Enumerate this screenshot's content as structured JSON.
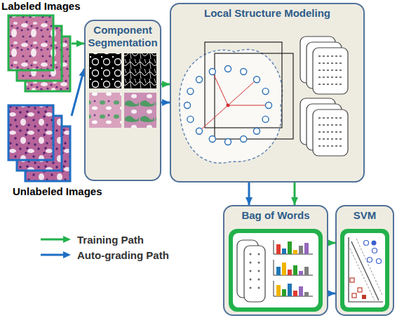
{
  "diagram": {
    "nodes": [
      {
        "text": [
          "Labeled Images"
        ]
      },
      {
        "text": [
          "Component Segmentation"
        ]
      },
      {
        "text": [
          "Local Structure Modeling"
        ]
      },
      {
        "text": [
          "Unlabeled Images"
        ]
      },
      {
        "text": [
          "Bag of Words"
        ]
      },
      {
        "text": [
          "SVM"
        ]
      }
    ],
    "edges": [
      {
        "from": 0,
        "to": 1,
        "arrow": "to"
      },
      {
        "from": 3,
        "to": 1,
        "arrow": "to"
      },
      {
        "from": 1,
        "to": 2,
        "arrow": "to"
      },
      {
        "from": 1,
        "to": 2,
        "arrow": "to"
      },
      {
        "from": 2,
        "to": 4,
        "arrow": "to"
      },
      {
        "from": 2,
        "to": 4,
        "arrow": "to"
      },
      {
        "from": 4,
        "to": 5,
        "arrow": "to"
      },
      {
        "from": 4,
        "to": 5,
        "arrow": "to"
      }
    ],
    "legend": [
      {
        "text": "Training Path"
      },
      {
        "text": "Auto-grading Path"
      }
    ]
  }
}
